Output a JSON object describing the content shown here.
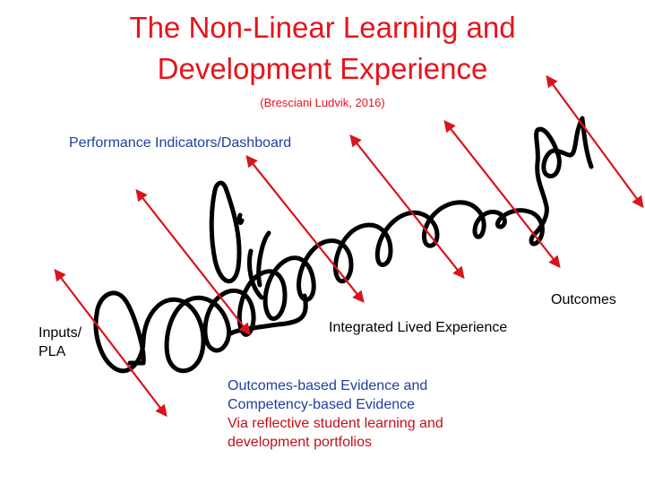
{
  "title": {
    "line1": "The Non-Linear Learning and",
    "line2": "Development Experience"
  },
  "citation": "(Bresciani Ludvik, 2016)",
  "labels": {
    "performance": "Performance Indicators/Dashboard",
    "outcomes": "Outcomes",
    "inputs_line1": "Inputs/",
    "inputs_line2": "PLA",
    "lived_experience": "Integrated Lived Experience",
    "evidence_line1": "Outcomes-based Evidence and",
    "evidence_line2": "Competency-based Evidence",
    "evidence_line3": "Via reflective student learning and",
    "evidence_line4": "development portfolios"
  },
  "colors": {
    "title": "#e8131b",
    "performance": "#1f3fa0",
    "arrows": "#d9141c",
    "squiggle": "#000000"
  }
}
